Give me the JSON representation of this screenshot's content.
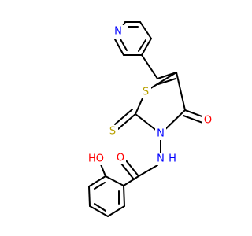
{
  "colors": {
    "bond": "#000000",
    "carbon": "#000000",
    "nitrogen": "#0000ff",
    "oxygen": "#ff0000",
    "sulfur": "#b8a000"
  },
  "atoms": {
    "n_pyridine": {
      "text": "N",
      "element": "nitrogen"
    },
    "s_ring": {
      "text": "S",
      "element": "sulfur"
    },
    "s_thione": {
      "text": "S",
      "element": "sulfur"
    },
    "o_ketone": {
      "text": "O",
      "element": "oxygen"
    },
    "n_ring": {
      "text": "N",
      "element": "nitrogen"
    },
    "n_amide": {
      "text": "N",
      "element": "nitrogen"
    },
    "h_amide": {
      "text": "H",
      "element": "nitrogen"
    },
    "o_amide": {
      "text": "O",
      "element": "oxygen"
    },
    "ho_hydroxyl": {
      "text": "HO",
      "element": "oxygen"
    }
  }
}
